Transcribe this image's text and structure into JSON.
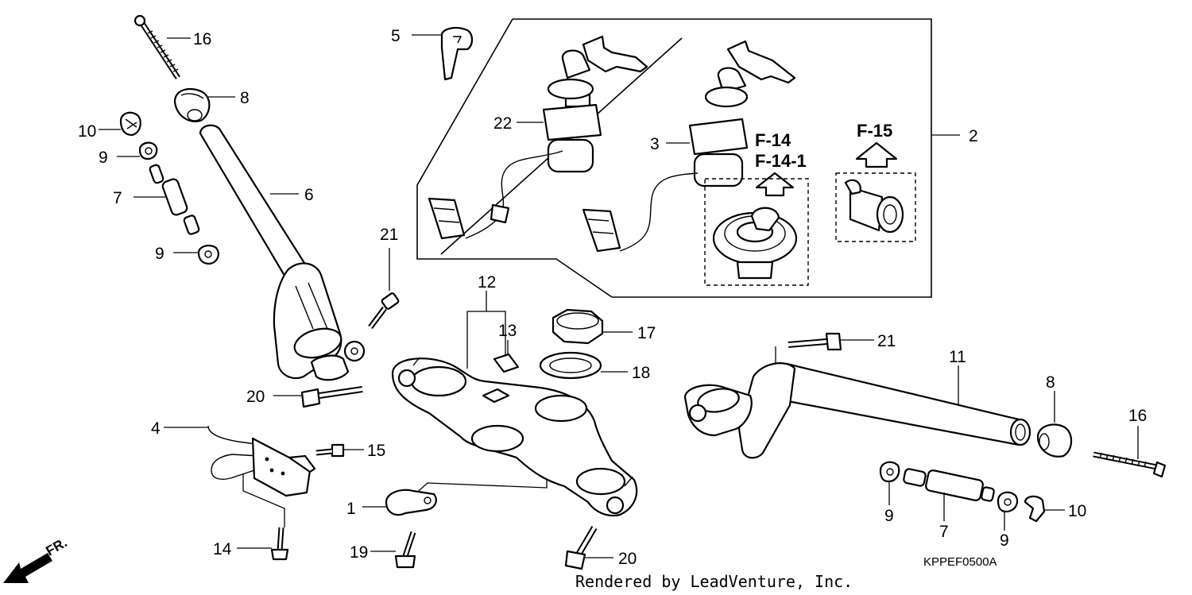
{
  "callouts": {
    "c1": "1",
    "c2": "2",
    "c3": "3",
    "c4": "4",
    "c5": "5",
    "c6": "6",
    "c7a": "7",
    "c7b": "7",
    "c8a": "8",
    "c8b": "8",
    "c9a": "9",
    "c9b": "9",
    "c9c": "9",
    "c9d": "9",
    "c10a": "10",
    "c10b": "10",
    "c11": "11",
    "c12": "12",
    "c13": "13",
    "c14": "14",
    "c15": "15",
    "c16a": "16",
    "c16b": "16",
    "c17": "17",
    "c18": "18",
    "c19": "19",
    "c20a": "20",
    "c20b": "20",
    "c21a": "21",
    "c21b": "21",
    "c22": "22"
  },
  "refs": {
    "f14": "F-14",
    "f141": "F-14-1",
    "f15": "F-15"
  },
  "diagram_code": "KPPEF0500A",
  "credit": "Rendered by LeadVenture, Inc.",
  "direction_label": "FR."
}
